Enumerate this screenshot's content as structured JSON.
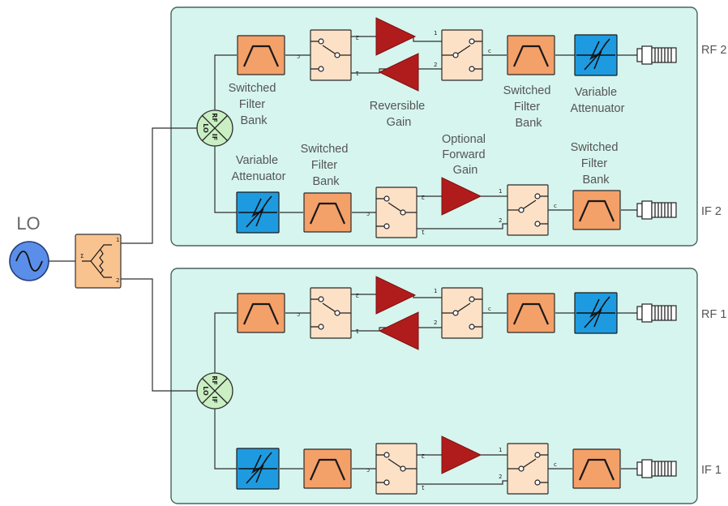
{
  "lo": {
    "label": "LO"
  },
  "ports": {
    "rf2": "RF 2",
    "if2": "IF 2",
    "rf1": "RF 1",
    "if1": "IF 1"
  },
  "labels": {
    "switched_filter_bank": [
      "Switched",
      "Filter",
      "Bank"
    ],
    "variable_attenuator": [
      "Variable",
      "Attenuator"
    ],
    "reversible_gain": [
      "Reversible",
      "Gain"
    ],
    "optional_forward_gain": [
      "Optional",
      "Forward",
      "Gain"
    ]
  },
  "mixer_ports": {
    "rf": "RF",
    "lo": "LO",
    "if": "IF"
  },
  "switch_ports": {
    "c": "c",
    "p1": "1",
    "p2": "2"
  },
  "splitter_ports": {
    "in": "Σ",
    "p1": "1",
    "p2": "2"
  },
  "colors": {
    "panel": "#d6f5ee",
    "filter": "#f4a069",
    "attenuator": "#1e9be0",
    "switch": "#fde1c6",
    "amplifier": "#b01c1c",
    "mixer": "#c9efc2",
    "lo_source": "#5a8ee8"
  },
  "icons": [
    "filter-icon",
    "attenuator-icon",
    "switch-icon",
    "amplifier-icon",
    "mixer-icon",
    "connector-icon",
    "signal-source-icon",
    "splitter-icon"
  ]
}
